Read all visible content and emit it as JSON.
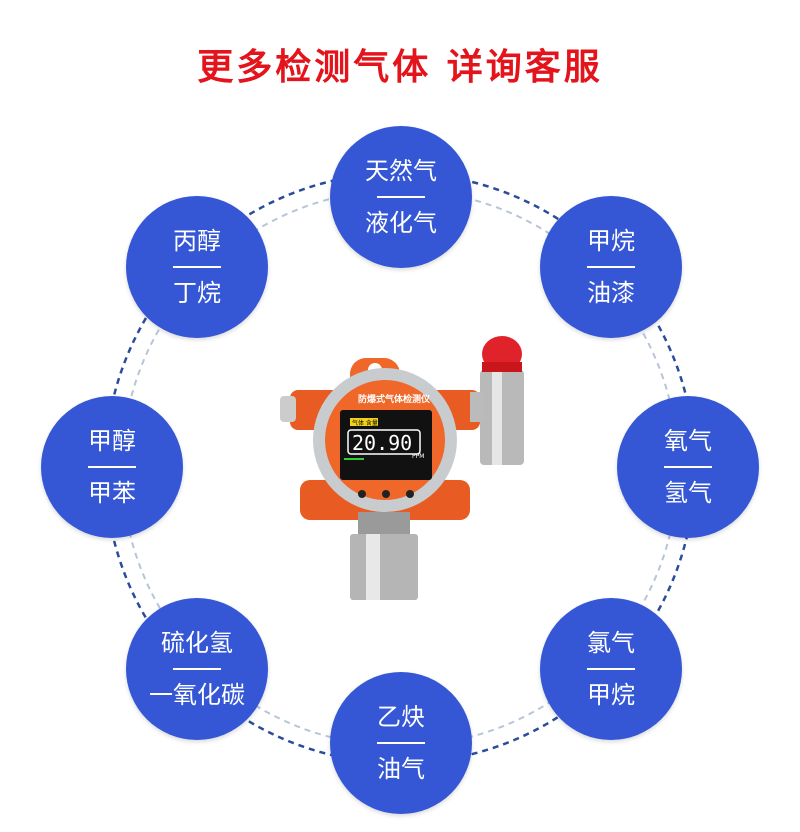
{
  "title": "更多检测气体  详询客服",
  "colors": {
    "title": "#e3141b",
    "circle": "#3557d6",
    "ring": "#2a4c9a",
    "device": "#f0672a"
  },
  "gases": [
    {
      "line1": "天然气",
      "line2": "液化气"
    },
    {
      "line1": "甲烷",
      "line2": "油漆"
    },
    {
      "line1": "氧气",
      "line2": "氢气"
    },
    {
      "line1": "氯气",
      "line2": "甲烷"
    },
    {
      "line1": "乙炔",
      "line2": "油气"
    },
    {
      "line1": "硫化氢",
      "line2": "一氧化碳"
    },
    {
      "line1": "甲醇",
      "line2": "甲苯"
    },
    {
      "line1": "丙醇",
      "line2": "丁烷"
    }
  ],
  "device": {
    "label": "防爆式气体检测仪",
    "reading": "20.90",
    "unit": "PPM",
    "gas_tag": "气体 含量"
  }
}
